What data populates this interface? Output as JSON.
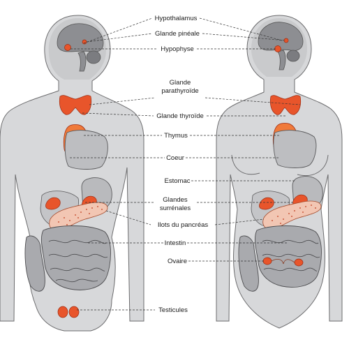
{
  "labels": {
    "hypothalamus": "Hypothalamus",
    "pineal": "Glande pinéale",
    "pituitary": "Hypophyse",
    "parathyroid_1": "Glande",
    "parathyroid_2": "parathyroïde",
    "thyroid": "Glande thyroïde",
    "thymus": "Thymus",
    "heart": "Coeur",
    "stomach": "Estomac",
    "adrenal_1": "Glandes",
    "adrenal_2": "surrénales",
    "pancreas": "Ilots du pancréas",
    "intestine": "Intestin",
    "ovary": "Ovaire",
    "testes": "Testicules"
  },
  "colors": {
    "gland": "#e8552b",
    "body": "#d7d8da",
    "organ_gray": "#a9aaae",
    "pancreas": "#f2c6b3"
  }
}
